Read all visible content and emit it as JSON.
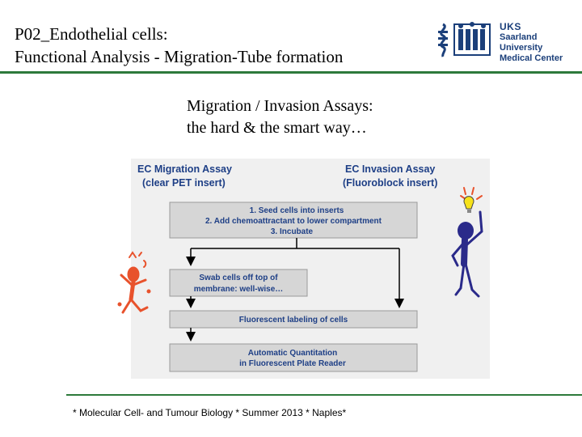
{
  "header": {
    "title_line1": "P02_Endothelial cells:",
    "title_line2": "Functional Analysis - Migration-Tube formation"
  },
  "logo": {
    "abbr": "UKS",
    "line1": "Saarland University",
    "line2": "Medical Center",
    "icon": "caduceus-icon"
  },
  "subtitle": {
    "line1": "Migration / Invasion Assays:",
    "line2": "the hard & the smart way…"
  },
  "diagram": {
    "left_header": [
      "EC Migration Assay",
      "(clear PET insert)"
    ],
    "right_header": [
      "EC Invasion Assay",
      "(Fluoroblock insert)"
    ],
    "step1": [
      "1. Seed cells into inserts",
      "2. Add chemoattractant to lower compartment",
      "3. Incubate"
    ],
    "step2": [
      "Swab cells off top of",
      "membrane: well-wise…"
    ],
    "step3": "Fluorescent labeling of cells",
    "step4": [
      "Automatic Quantitation",
      "in Fluorescent Plate Reader"
    ],
    "colors": {
      "step_fill": "#d6d6d6",
      "text_blue": "#1e3f86",
      "flourish": "#e8522c",
      "figure": "#2a2a8a",
      "bulb": "#f6e21a"
    }
  },
  "footer": "* Molecular Cell- and Tumour Biology * Summer 2013 * Naples*"
}
